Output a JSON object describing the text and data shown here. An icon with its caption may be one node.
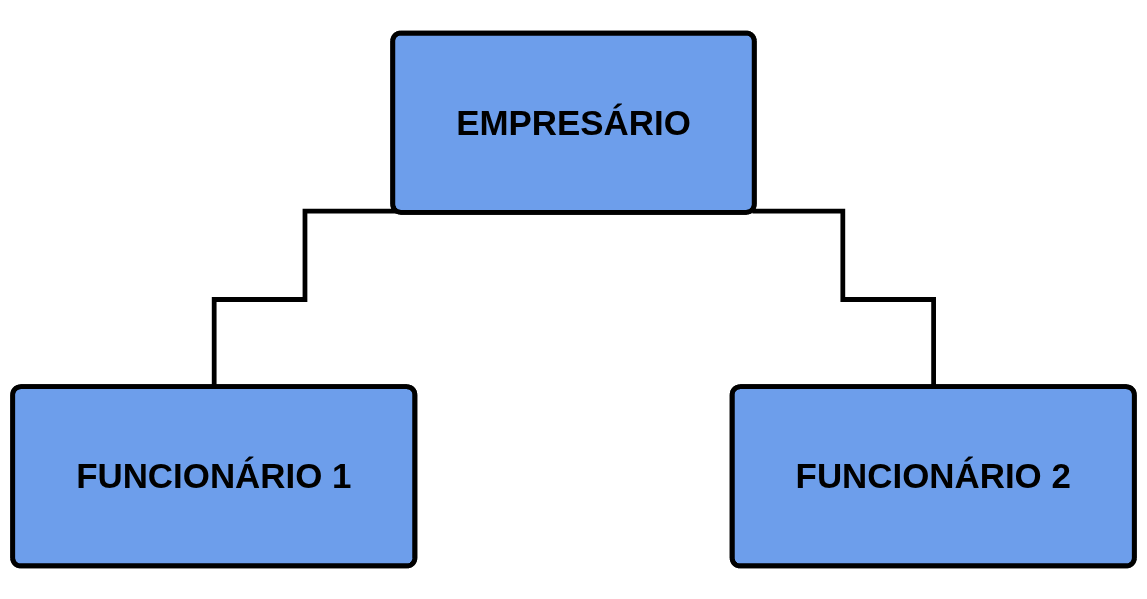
{
  "diagram": {
    "nodes": [
      {
        "text": [
          "EMPRESÁRIO"
        ]
      },
      {
        "text": [
          "FUNCIONÁRIO 1"
        ]
      },
      {
        "text": [
          "FUNCIONÁRIO 2"
        ]
      }
    ],
    "edges": [
      {
        "from": 0,
        "to": 1,
        "arrow": "none"
      },
      {
        "from": 0,
        "to": 2,
        "arrow": "none"
      }
    ]
  }
}
